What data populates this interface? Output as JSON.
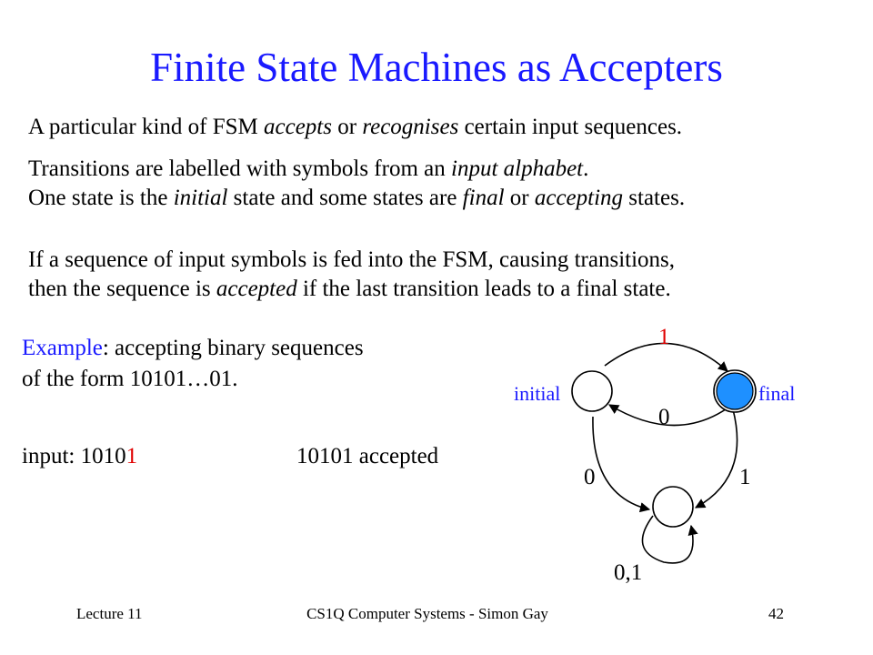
{
  "title": "Finite State Machines as Accepters",
  "para1": {
    "t1": "A particular kind of FSM ",
    "i1": "accepts",
    "t2": " or ",
    "i2": "recognises",
    "t3": " certain input sequences."
  },
  "para2": {
    "t1": "Transitions are labelled with symbols from an ",
    "i1": "input alphabet",
    "t2": ".",
    "t3": "One state is the ",
    "i2": "initial",
    "t4": " state and some states are ",
    "i3": "final",
    "t5": " or ",
    "i4": "accepting",
    "t6": " states."
  },
  "para3": {
    "t1": "If a sequence of input symbols is fed into the FSM, causing transitions,",
    "t2": "then the sequence is ",
    "i1": "accepted",
    "t3": " if the last transition leads to a final state."
  },
  "example": {
    "label": "Example",
    "line1_rest": ": accepting binary sequences",
    "line2": "of the form 10101…01."
  },
  "input": {
    "prefix": "input: 1010",
    "highlight": "1"
  },
  "result": "10101 accepted",
  "diagram": {
    "initial_label": "initial",
    "final_label": "final",
    "top_edge_label": "1",
    "middle_edge_label": "0",
    "left_edge_label": "0",
    "right_edge_label": "1",
    "loop_label": "0,1",
    "colors": {
      "final_fill": "#1e90ff",
      "label_blue": "#1a1aff",
      "highlight_red": "#e00000"
    }
  },
  "footer": {
    "left": "Lecture 11",
    "middle": "CS1Q Computer Systems - Simon Gay",
    "right": "42"
  }
}
